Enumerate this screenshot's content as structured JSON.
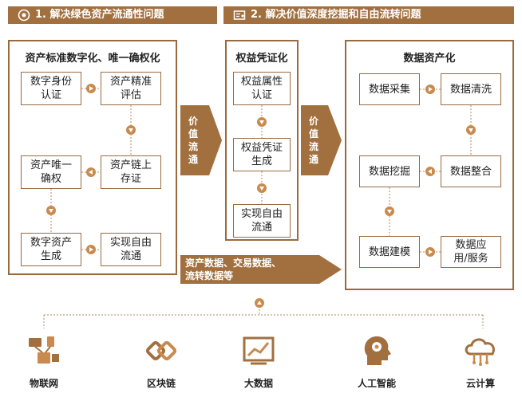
{
  "headers": {
    "h1": "1. 解决绿色资产流通性问题",
    "h2": "2. 解决价值深度挖掘和自由流转问题"
  },
  "panel1": {
    "title": "资产标准数字化、唯一确权化",
    "boxes": {
      "identity": "数字身份\n认证",
      "precise": "资产精准\n评估",
      "onchain": "资产链上\n存证",
      "unique": "资产唯一\n确权",
      "generate": "数字资产\n生成",
      "circulate": "实现自由\n流通"
    }
  },
  "arrow1": "价\n值\n流\n通",
  "panel2": {
    "title": "权益凭证化",
    "boxes": {
      "attr": "权益属性\n认证",
      "cert": "权益凭证\n生成",
      "free": "实现自由\n流通"
    }
  },
  "arrow2": "价\n值\n流\n通",
  "panel3": {
    "title": "数据资产化",
    "boxes": {
      "collect": "数据采集",
      "clean": "数据清洗",
      "mine": "数据挖掘",
      "integrate": "数据整合",
      "model": "数据建模",
      "app": "数据应\n用/服务"
    }
  },
  "bottom_arrow": "资产数据、交易数据、\n流转数据等",
  "tech": {
    "iot": {
      "label": "物联网",
      "icon": "iot-icon"
    },
    "blockchain": {
      "label": "区块链",
      "icon": "blockchain-icon"
    },
    "bigdata": {
      "label": "大数据",
      "icon": "bigdata-icon"
    },
    "ai": {
      "label": "人工智能",
      "icon": "ai-icon"
    },
    "cloud": {
      "label": "云计算",
      "icon": "cloud-icon"
    }
  },
  "colors": {
    "brown": "#a2703f",
    "circle": "#c98a4e"
  }
}
